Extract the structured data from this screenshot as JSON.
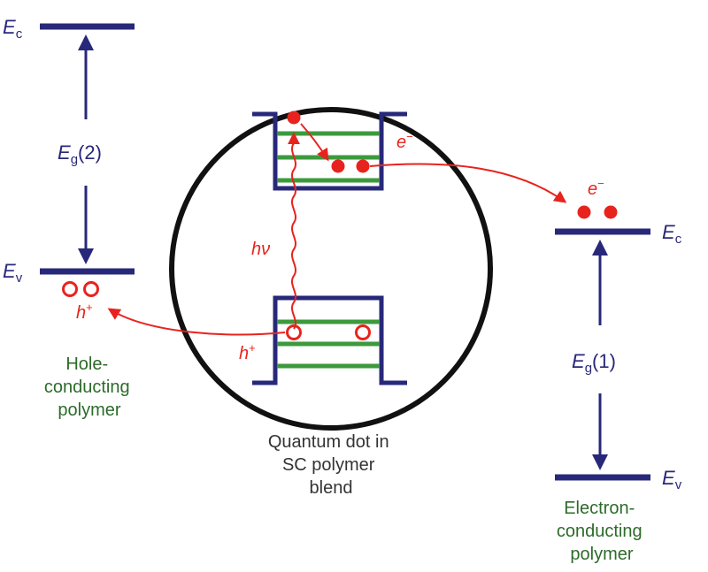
{
  "left": {
    "ec_main": "E",
    "ec_sub": "c",
    "gap_main": "E",
    "gap_sub": "g",
    "gap_suffix": "(2)",
    "ev_main": "E",
    "ev_sub": "v",
    "hole_label": "h",
    "hole_sup": "+",
    "caption": [
      "Hole-",
      "conducting",
      "polymer"
    ]
  },
  "center": {
    "electron_label": "e",
    "electron_sup": "−",
    "photon_label": "hν",
    "hole_label": "h",
    "hole_sup": "+",
    "caption": [
      "Quantum dot in",
      "SC polymer",
      "blend"
    ]
  },
  "right": {
    "electron_label": "e",
    "electron_sup": "−",
    "ec_main": "E",
    "ec_sub": "c",
    "gap_main": "E",
    "gap_sub": "g",
    "gap_suffix": "(1)",
    "ev_main": "E",
    "ev_sub": "v",
    "caption": [
      "Electron-",
      "conducting",
      "polymer"
    ]
  },
  "colors": {
    "level": "#28287a",
    "carrier": "#e8231e",
    "sublevel": "#3c9a3c",
    "caption_green": "#2d6b2a",
    "caption_dark": "#333333"
  }
}
